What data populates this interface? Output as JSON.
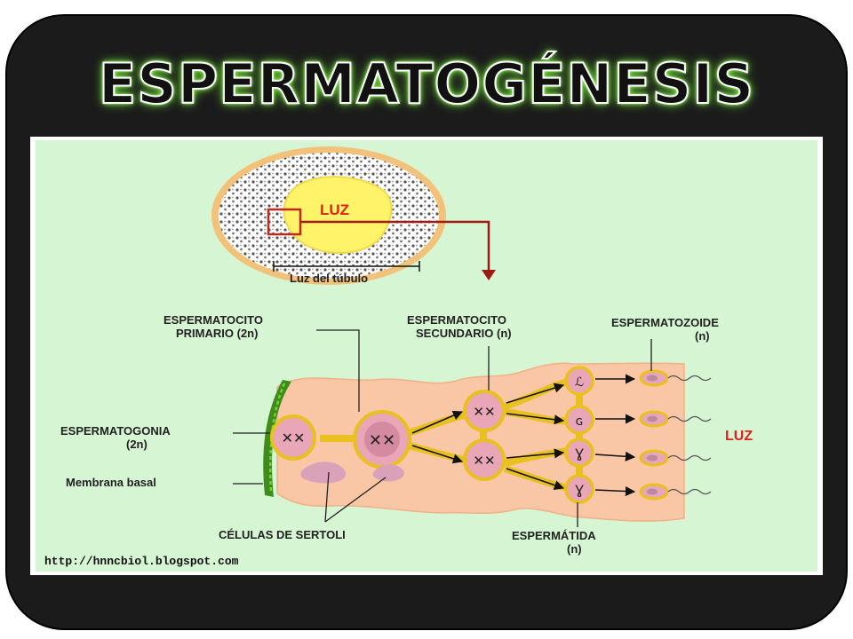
{
  "title": "ESPERMATOGÉNESIS",
  "diagram": {
    "luz_top": "LUZ",
    "luz_del_tubulo": "Luz del túbulo",
    "espermatocito_primario": [
      "ESPERMATOCITO",
      "PRIMARIO (2n)"
    ],
    "espermatocito_secundario": [
      "ESPERMATOCITO",
      "SECUNDARIO (n)"
    ],
    "espermatozoide": [
      "ESPERMATOZOIDE",
      "(n)"
    ],
    "espermatogonia": [
      "ESPERMATOGONIA",
      "(2n)"
    ],
    "membrana_basal": "Membrana basal",
    "celulas_sertoli": "CÉLULAS DE SERTOLI",
    "espermatida": [
      "ESPERMÁTIDA",
      "(n)"
    ],
    "luz_right": "LUZ",
    "source_url": "http://hnncbiol.blogspot.com"
  },
  "colors": {
    "panel_bg": "#d6f5d3",
    "tissue": "#f9c7a6",
    "cell_fill": "#e8a6b6",
    "cell_ring": "#e8c020",
    "membrane_green": "#3c8d1c",
    "arrow_red": "#9c1c12",
    "label_red": "#e0201c"
  }
}
